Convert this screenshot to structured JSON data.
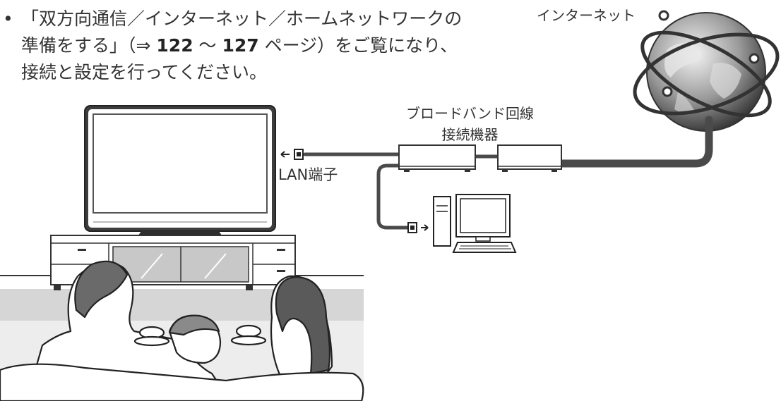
{
  "instruction": {
    "bullet": "•",
    "line1": "「双方向通信／インターネット／ホームネットワークの",
    "line2_pre": "準備をする」（⇒ ",
    "page_start": "122",
    "range_sep": " ～ ",
    "page_end": "127",
    "line2_post": " ページ）をご覧になり、",
    "line3": "接続と設定を行ってください。"
  },
  "labels": {
    "internet": "インターネット",
    "broadband_line1": "ブロードバンド回線",
    "broadband_line2": "接続機器",
    "lan_port": "LAN端子"
  },
  "colors": {
    "cable": "#4a4a4a",
    "device_fill": "#ffffff",
    "globe_dark": "#3a3a3a",
    "floor_gray": "#cfcfcf"
  }
}
